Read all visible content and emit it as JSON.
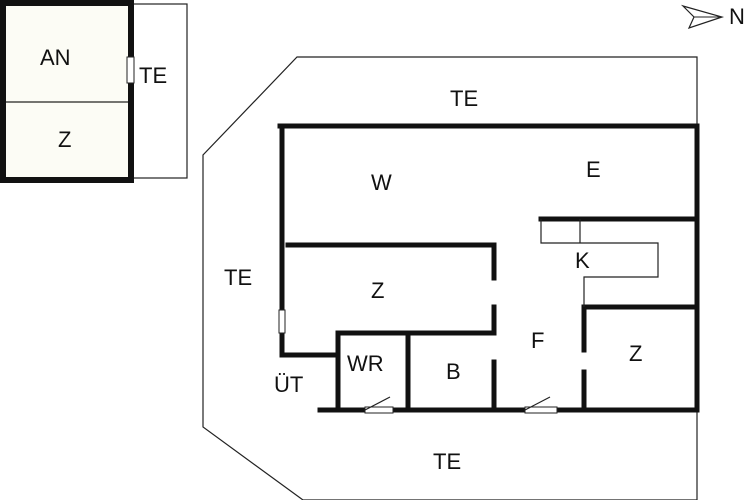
{
  "compass": {
    "label": "N"
  },
  "rooms": {
    "an": "AN",
    "z_annex": "Z",
    "te_annex": "TE",
    "te_top": "TE",
    "te_left": "TE",
    "te_bottom": "TE",
    "w": "W",
    "e": "E",
    "k": "K",
    "z_mid": "Z",
    "z_right": "Z",
    "f": "F",
    "wr": "WR",
    "b": "B",
    "ut": "ÜT"
  },
  "colors": {
    "fill": "#fcfcf5",
    "wall": "#111111",
    "line": "#222222"
  }
}
